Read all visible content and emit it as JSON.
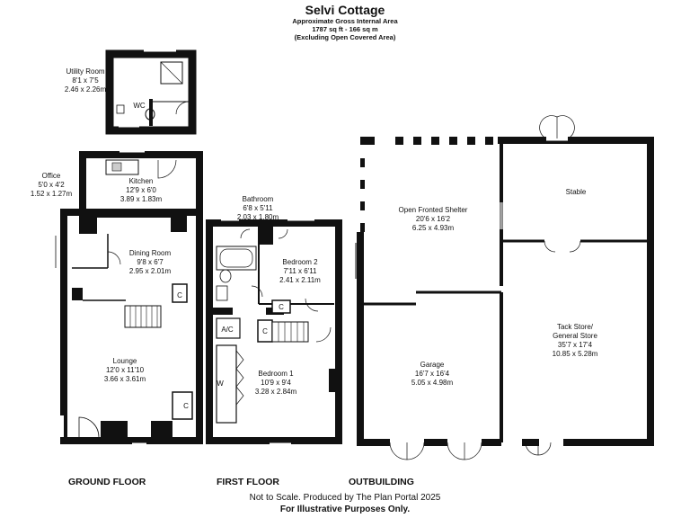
{
  "header": {
    "title": "Selvi Cottage",
    "line1": "Approximate Gross Internal Area",
    "line2": "1787 sq ft - 166 sq m",
    "line3": "(Excluding Open Covered Area)"
  },
  "rooms": {
    "utility": {
      "name": "Utility Room",
      "imperial": "8'1 x 7'5",
      "metric": "2.46 x 2.26m"
    },
    "wc": {
      "name": "WC"
    },
    "office": {
      "name": "Office",
      "imperial": "5'0 x 4'2",
      "metric": "1.52 x 1.27m"
    },
    "kitchen": {
      "name": "Kitchen",
      "imperial": "12'9 x 6'0",
      "metric": "3.89 x 1.83m"
    },
    "dining": {
      "name": "Dining Room",
      "imperial": "9'8 x 6'7",
      "metric": "2.95 x 2.01m"
    },
    "lounge": {
      "name": "Lounge",
      "imperial": "12'0 x 11'10",
      "metric": "3.66 x 3.61m"
    },
    "bathroom": {
      "name": "Bathroom",
      "imperial": "6'8 x 5'11",
      "metric": "2.03 x 1.80m"
    },
    "bedroom2": {
      "name": "Bedroom 2",
      "imperial": "7'11 x 6'11",
      "metric": "2.41 x 2.11m"
    },
    "bedroom1": {
      "name": "Bedroom 1",
      "imperial": "10'9 x 9'4",
      "metric": "3.28 x 2.84m"
    },
    "shelter": {
      "name": "Open Fronted Shelter",
      "imperial": "20'6 x 16'2",
      "metric": "6.25 x 4.93m"
    },
    "stable": {
      "name": "Stable"
    },
    "garage": {
      "name": "Garage",
      "imperial": "16'7 x 16'4",
      "metric": "5.05 x 4.98m"
    },
    "tack": {
      "name": "Tack Store/",
      "name2": "General Store",
      "imperial": "35'7 x 17'4",
      "metric": "10.85 x 5.28m"
    }
  },
  "markers": {
    "cupboard": "C",
    "airing": "A/C",
    "wardrobe": "W"
  },
  "floors": {
    "ground": "GROUND FLOOR",
    "first": "FIRST FLOOR",
    "outbuilding": "OUTBUILDING"
  },
  "footer": {
    "line1": "Not to Scale. Produced by The Plan Portal 2025",
    "line2": "For Illustrative Purposes Only."
  }
}
